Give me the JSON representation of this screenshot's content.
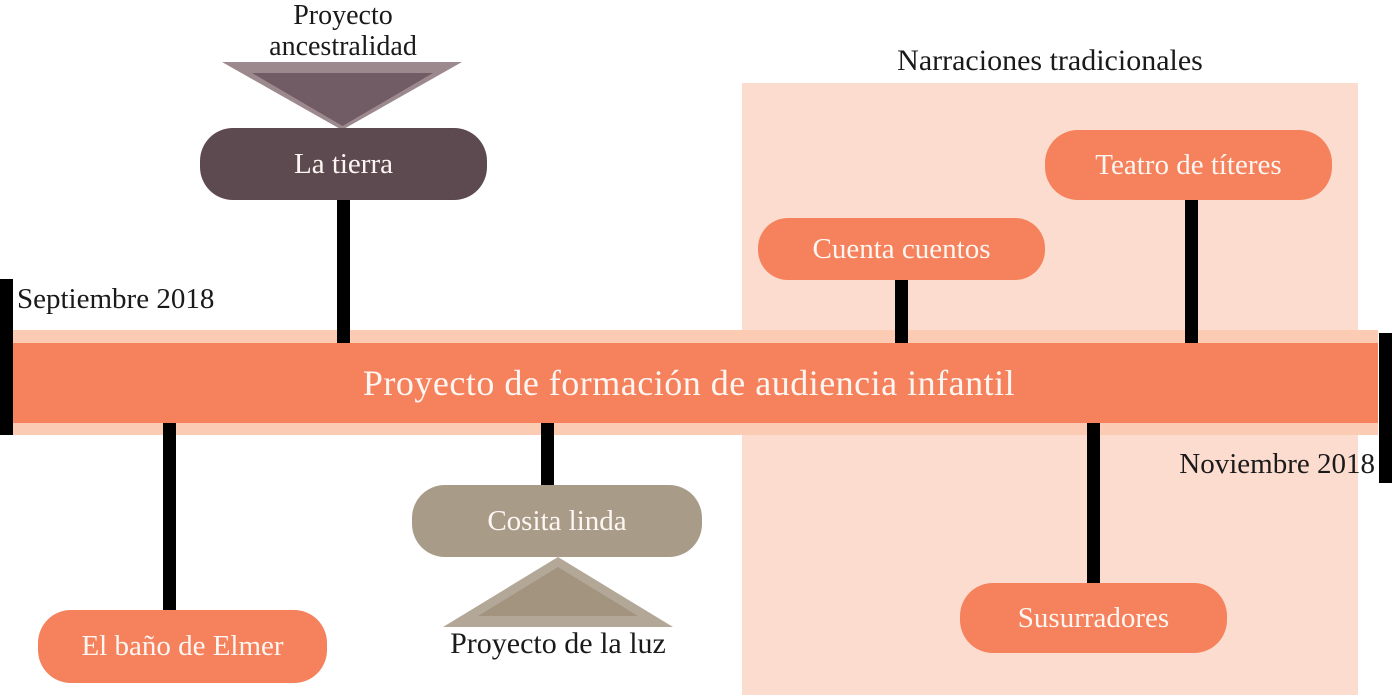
{
  "diagram": {
    "title": "Proyecto de formación de audiencia infantil",
    "start_label": "Septiembre 2018",
    "end_label": "Noviembre 2018",
    "group_label": "Narraciones tradicionales",
    "annotations": {
      "ancestralidad": "Proyecto ancestralidad",
      "luz": "Proyecto de la luz"
    },
    "events": {
      "la_tierra": "La tierra",
      "cuenta_cuentos": "Cuenta cuentos",
      "teatro_titeres": "Teatro de títeres",
      "elmer": "El baño de Elmer",
      "cosita_linda": "Cosita linda",
      "susurradores": "Susurradores"
    }
  },
  "colors": {
    "orange": "#F5825C",
    "band": "#FBCBB3",
    "pink_panel": "#FCDCCE",
    "dark_mauve": "#5D4A50",
    "mauve_light": "#9C898E",
    "mauve_mid": "#715B64",
    "tan": "#A89B88",
    "tan_light": "#B3A898",
    "tan_dark": "#A2947F",
    "connector": "#000000",
    "text_dark": "#1A1A1A",
    "text_light": "#FDF6F2"
  }
}
